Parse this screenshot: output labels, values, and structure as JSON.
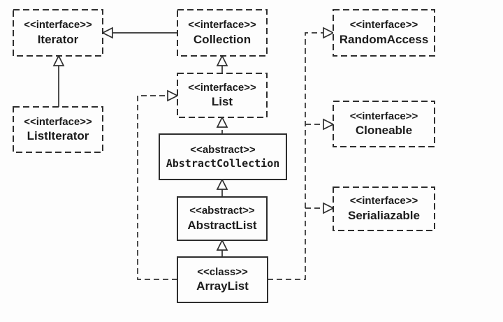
{
  "diagram": {
    "type": "uml-class-diagram",
    "colors": {
      "line": "#2e2e2e",
      "background": "#fdfdfd",
      "text": "#1c1c1c"
    },
    "nodes": [
      {
        "id": "iterator",
        "stereotype": "<<interface>>",
        "name": "Iterator",
        "kind": "interface",
        "border": "dashed"
      },
      {
        "id": "collection",
        "stereotype": "<<interface>>",
        "name": "Collection",
        "kind": "interface",
        "border": "dashed"
      },
      {
        "id": "random-access",
        "stereotype": "<<interface>>",
        "name": "RandomAccess",
        "kind": "interface",
        "border": "dashed"
      },
      {
        "id": "list-iterator",
        "stereotype": "<<interface>>",
        "name": "ListIterator",
        "kind": "interface",
        "border": "dashed"
      },
      {
        "id": "list",
        "stereotype": "<<interface>>",
        "name": "List",
        "kind": "interface",
        "border": "dashed"
      },
      {
        "id": "abstract-collection",
        "stereotype": "<<abstract>>",
        "name": "AbstractCollection",
        "kind": "abstract",
        "border": "solid"
      },
      {
        "id": "cloneable",
        "stereotype": "<<interface>>",
        "name": "Cloneable",
        "kind": "interface",
        "border": "dashed"
      },
      {
        "id": "abstract-list",
        "stereotype": "<<abstract>>",
        "name": "AbstractList",
        "kind": "abstract",
        "border": "solid"
      },
      {
        "id": "serializable",
        "stereotype": "<<interface>>",
        "name": "Serialiazable",
        "kind": "interface",
        "border": "dashed"
      },
      {
        "id": "array-list",
        "stereotype": "<<class>>",
        "name": "ArrayList",
        "kind": "class",
        "border": "solid"
      }
    ],
    "edges": [
      {
        "from": "Collection",
        "to": "Iterator",
        "line": "solid",
        "arrow": "open-triangle"
      },
      {
        "from": "ListIterator",
        "to": "Iterator",
        "line": "solid",
        "arrow": "open-triangle"
      },
      {
        "from": "List",
        "to": "Collection",
        "line": "solid",
        "arrow": "open-triangle"
      },
      {
        "from": "AbstractCollection",
        "to": "List",
        "line": "dashed",
        "arrow": "open-triangle"
      },
      {
        "from": "AbstractList",
        "to": "AbstractCollection",
        "line": "solid",
        "arrow": "open-triangle"
      },
      {
        "from": "ArrayList",
        "to": "AbstractList",
        "line": "solid",
        "arrow": "open-triangle"
      },
      {
        "from": "ArrayList",
        "to": "List",
        "line": "dashed",
        "arrow": "open-triangle"
      },
      {
        "from": "ArrayList",
        "to": "RandomAccess",
        "line": "dashed",
        "arrow": "open-triangle"
      },
      {
        "from": "ArrayList",
        "to": "Cloneable",
        "line": "dashed",
        "arrow": "open-triangle"
      },
      {
        "from": "ArrayList",
        "to": "Serialiazable",
        "line": "dashed",
        "arrow": "open-triangle"
      }
    ]
  }
}
